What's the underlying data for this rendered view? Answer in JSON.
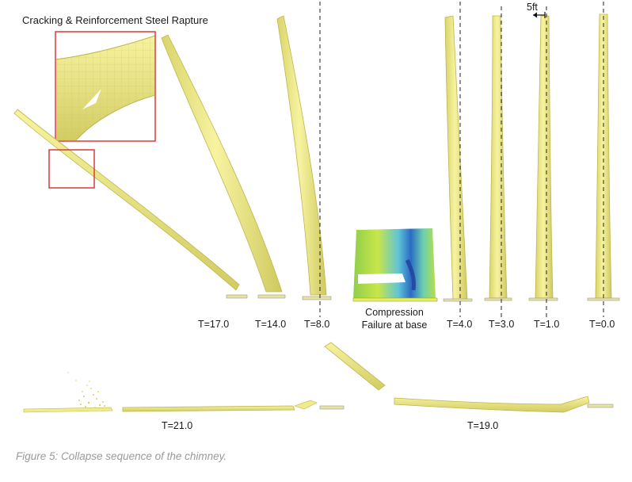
{
  "title": "Cracking & Reinforcement Steel Rapture",
  "scale_label": "5ft",
  "compression_label": {
    "line1": "Compression",
    "line2": "Failure at base"
  },
  "time_labels": {
    "t17": "T=17.0",
    "t14": "T=14.0",
    "t8": "T=8.0",
    "t4": "T=4.0",
    "t3": "T=3.0",
    "t1": "T=1.0",
    "t0": "T=0.0",
    "t21": "T=21.0",
    "t19": "T=19.0"
  },
  "caption": "Figure 5: Collapse sequence of the chimney.",
  "colors": {
    "chimney": "#f3ef8c",
    "chimney_edge": "#bdb74e",
    "highlight_box": "#d83a3a",
    "dashed_line": "#222222",
    "caption": "#9a9a9a"
  }
}
